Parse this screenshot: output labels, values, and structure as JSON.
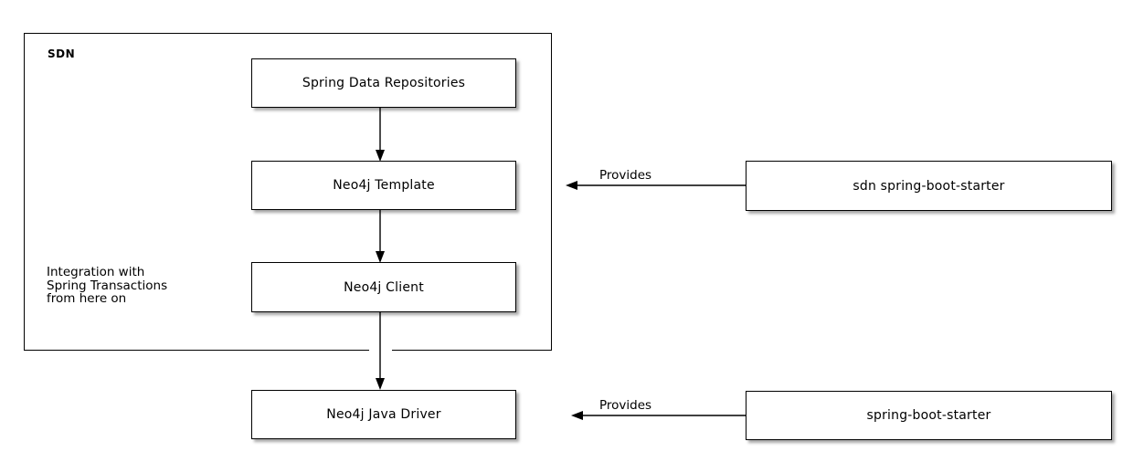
{
  "diagram": {
    "container": {
      "label": "SDN"
    },
    "nodes": {
      "spring_data_repositories": "Spring Data Repositories",
      "neo4j_template": "Neo4j Template",
      "neo4j_client": "Neo4j Client",
      "neo4j_java_driver": "Neo4j Java Driver",
      "sdn_spring_boot_starter": "sdn spring-boot-starter",
      "spring_boot_starter": "spring-boot-starter"
    },
    "annotations": {
      "integration_note_lines": {
        "0": "Integration with",
        "1": "Spring Transactions",
        "2": "from here on"
      },
      "provides_top": "Provides",
      "provides_bottom": "Provides"
    },
    "edges": {
      "repositories_to_template": "Spring Data Repositories -> Neo4j Template",
      "template_to_client": "Neo4j Template -> Neo4j Client",
      "client_to_driver": "Neo4j Client -> Neo4j Java Driver",
      "sdn_starter_provides_template": "sdn spring-boot-starter -> Neo4j Template (Provides)",
      "starter_provides_driver": "spring-boot-starter -> Neo4j Java Driver (Provides)"
    },
    "colors": {
      "line": "#000000",
      "box_fill": "#ffffff",
      "background": "#ffffff",
      "shadow": "#8c8c8c"
    }
  }
}
